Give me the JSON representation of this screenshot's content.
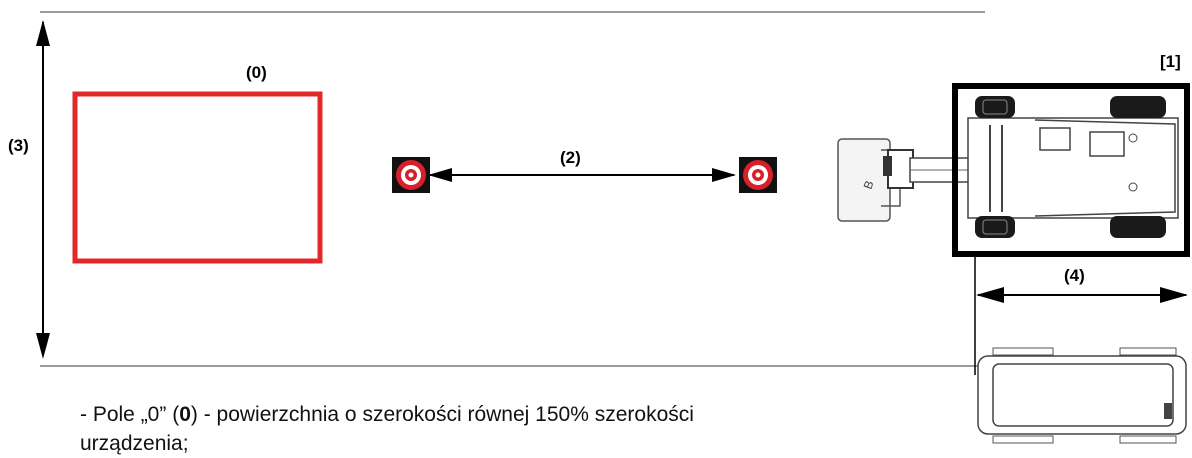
{
  "labels": {
    "field": "(0)",
    "marker_machine": "[1]",
    "distance": "(2)",
    "height": "(3)",
    "width": "(4)"
  },
  "caption": {
    "prefix": "- Pole „0” (",
    "bold": "0",
    "suffix": ") - powierzchnia o szerokości równej 150% szerokości",
    "line2": "urządzenia;"
  },
  "colors": {
    "field_border": "#e02a2a",
    "target_red": "#d8202a",
    "line": "#000000"
  },
  "icons": [
    "target-icon",
    "target-icon",
    "machine-top-view-icon",
    "machine-front-view-icon"
  ]
}
